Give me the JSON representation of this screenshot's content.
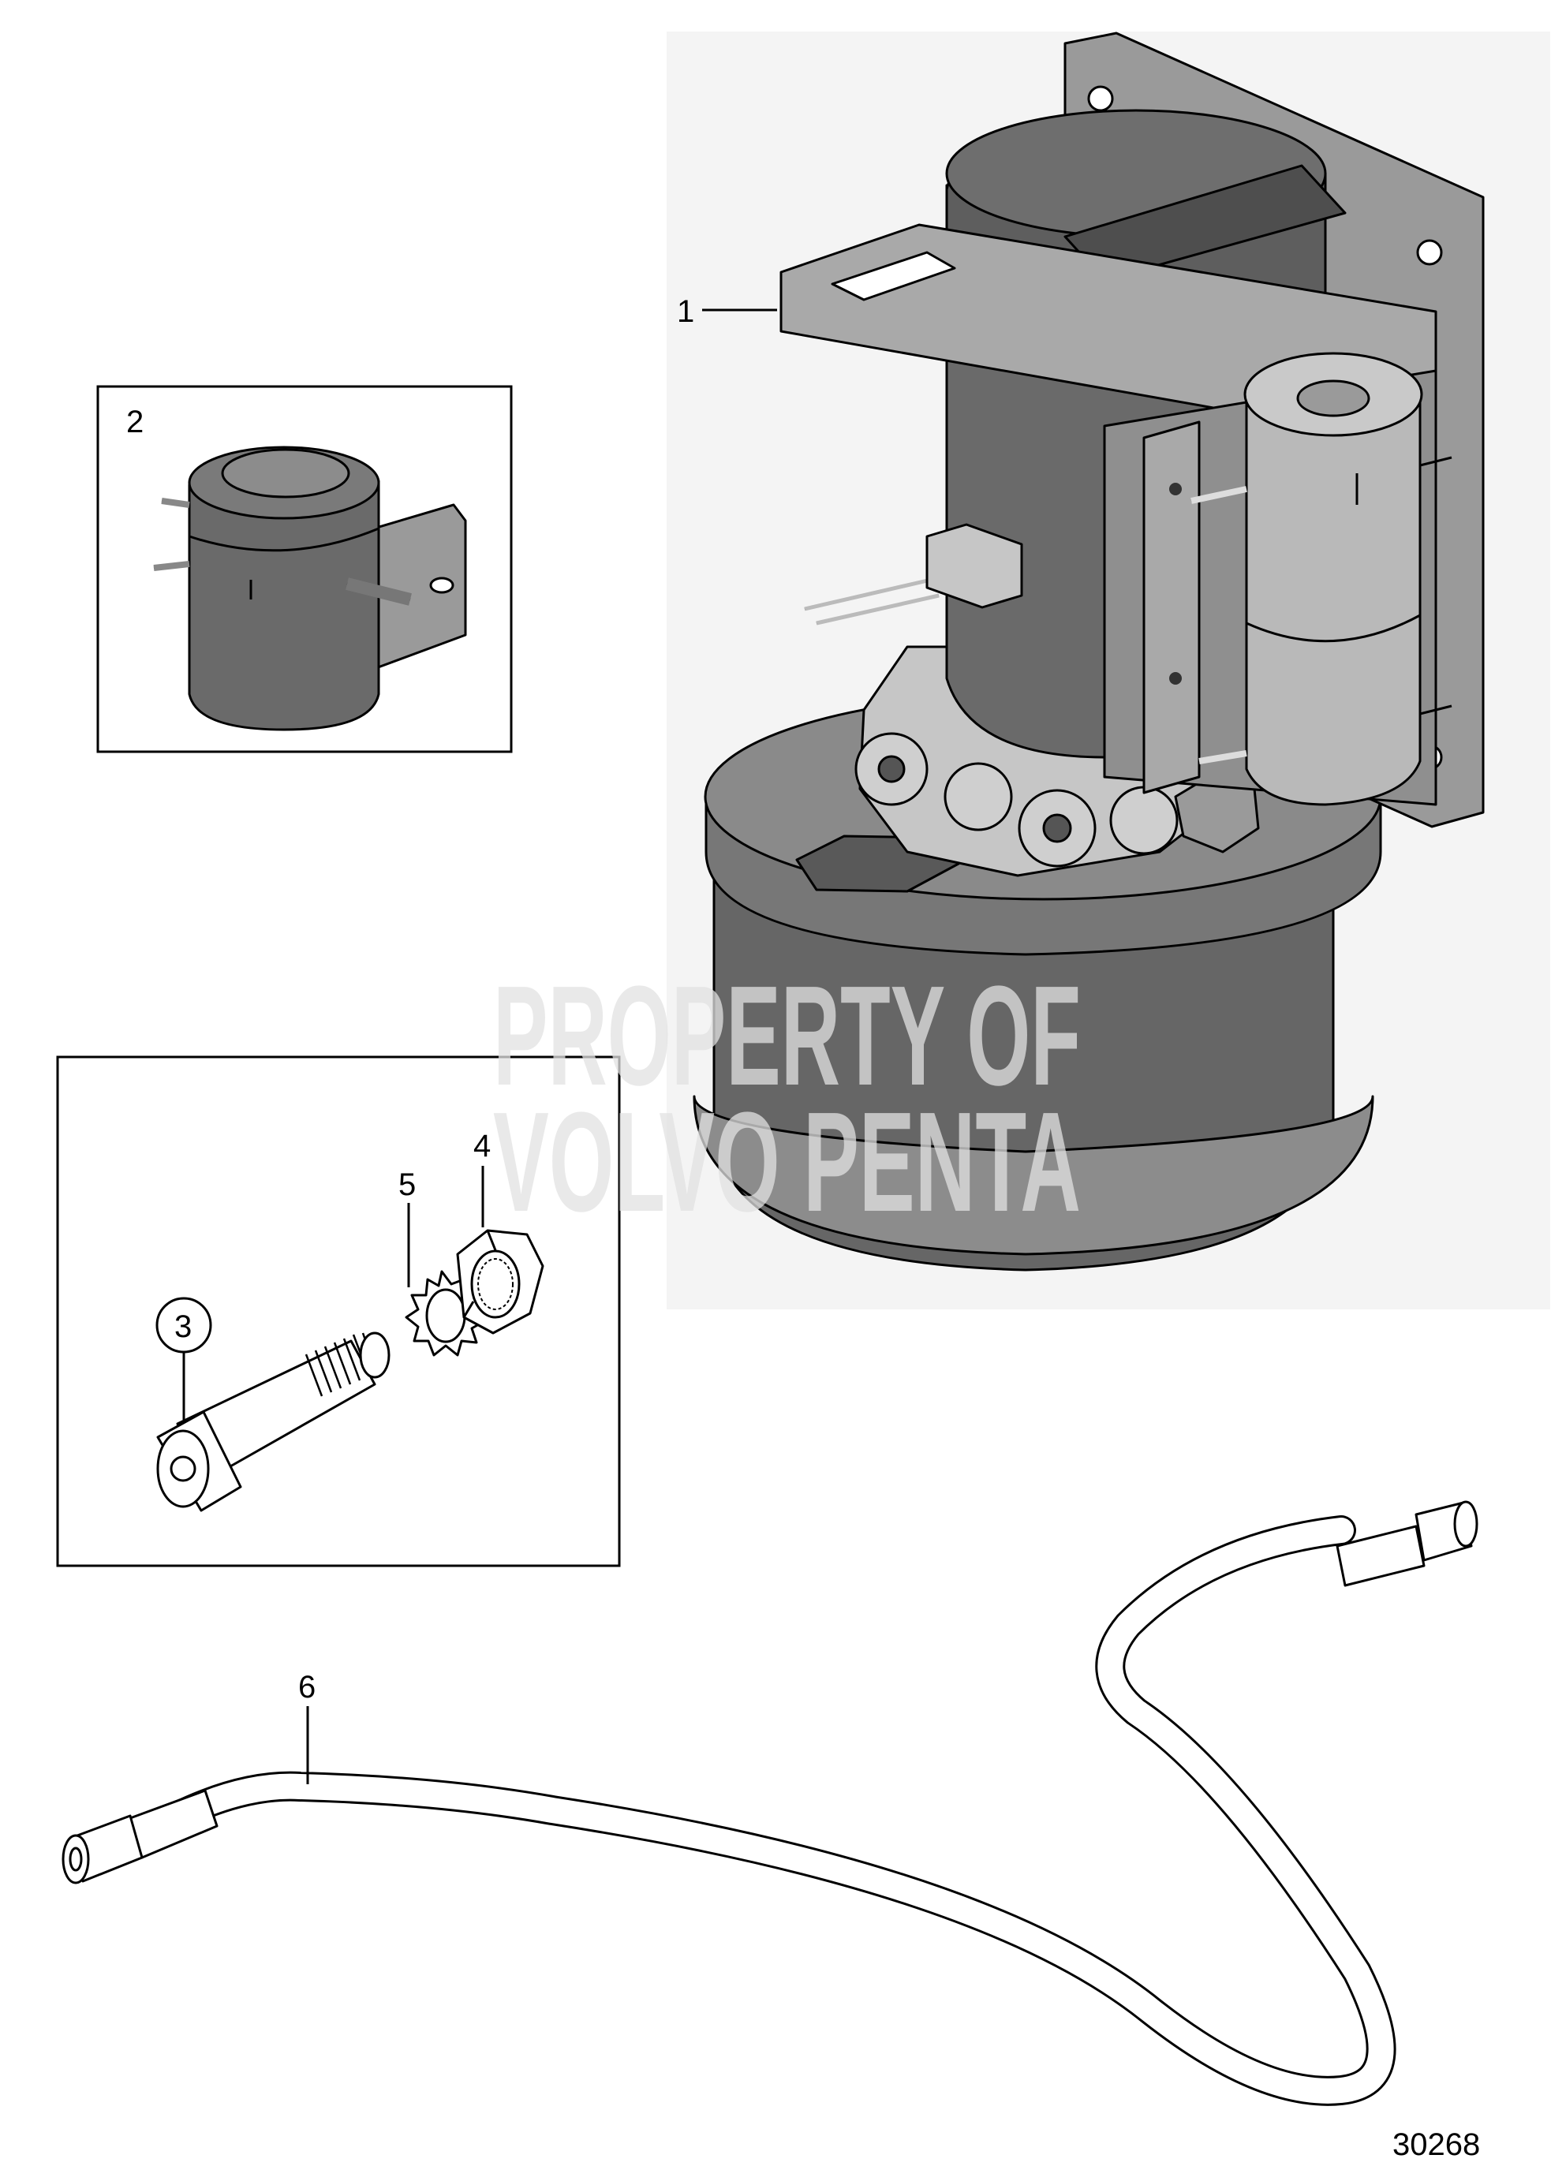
{
  "watermark": {
    "line1": "PROPERTY OF",
    "line2": "VOLVO PENTA"
  },
  "callouts": {
    "c1": "1",
    "c2": "2",
    "c3": "3",
    "c4": "4",
    "c5": "5",
    "c6": "6"
  },
  "figure_number": "30268"
}
